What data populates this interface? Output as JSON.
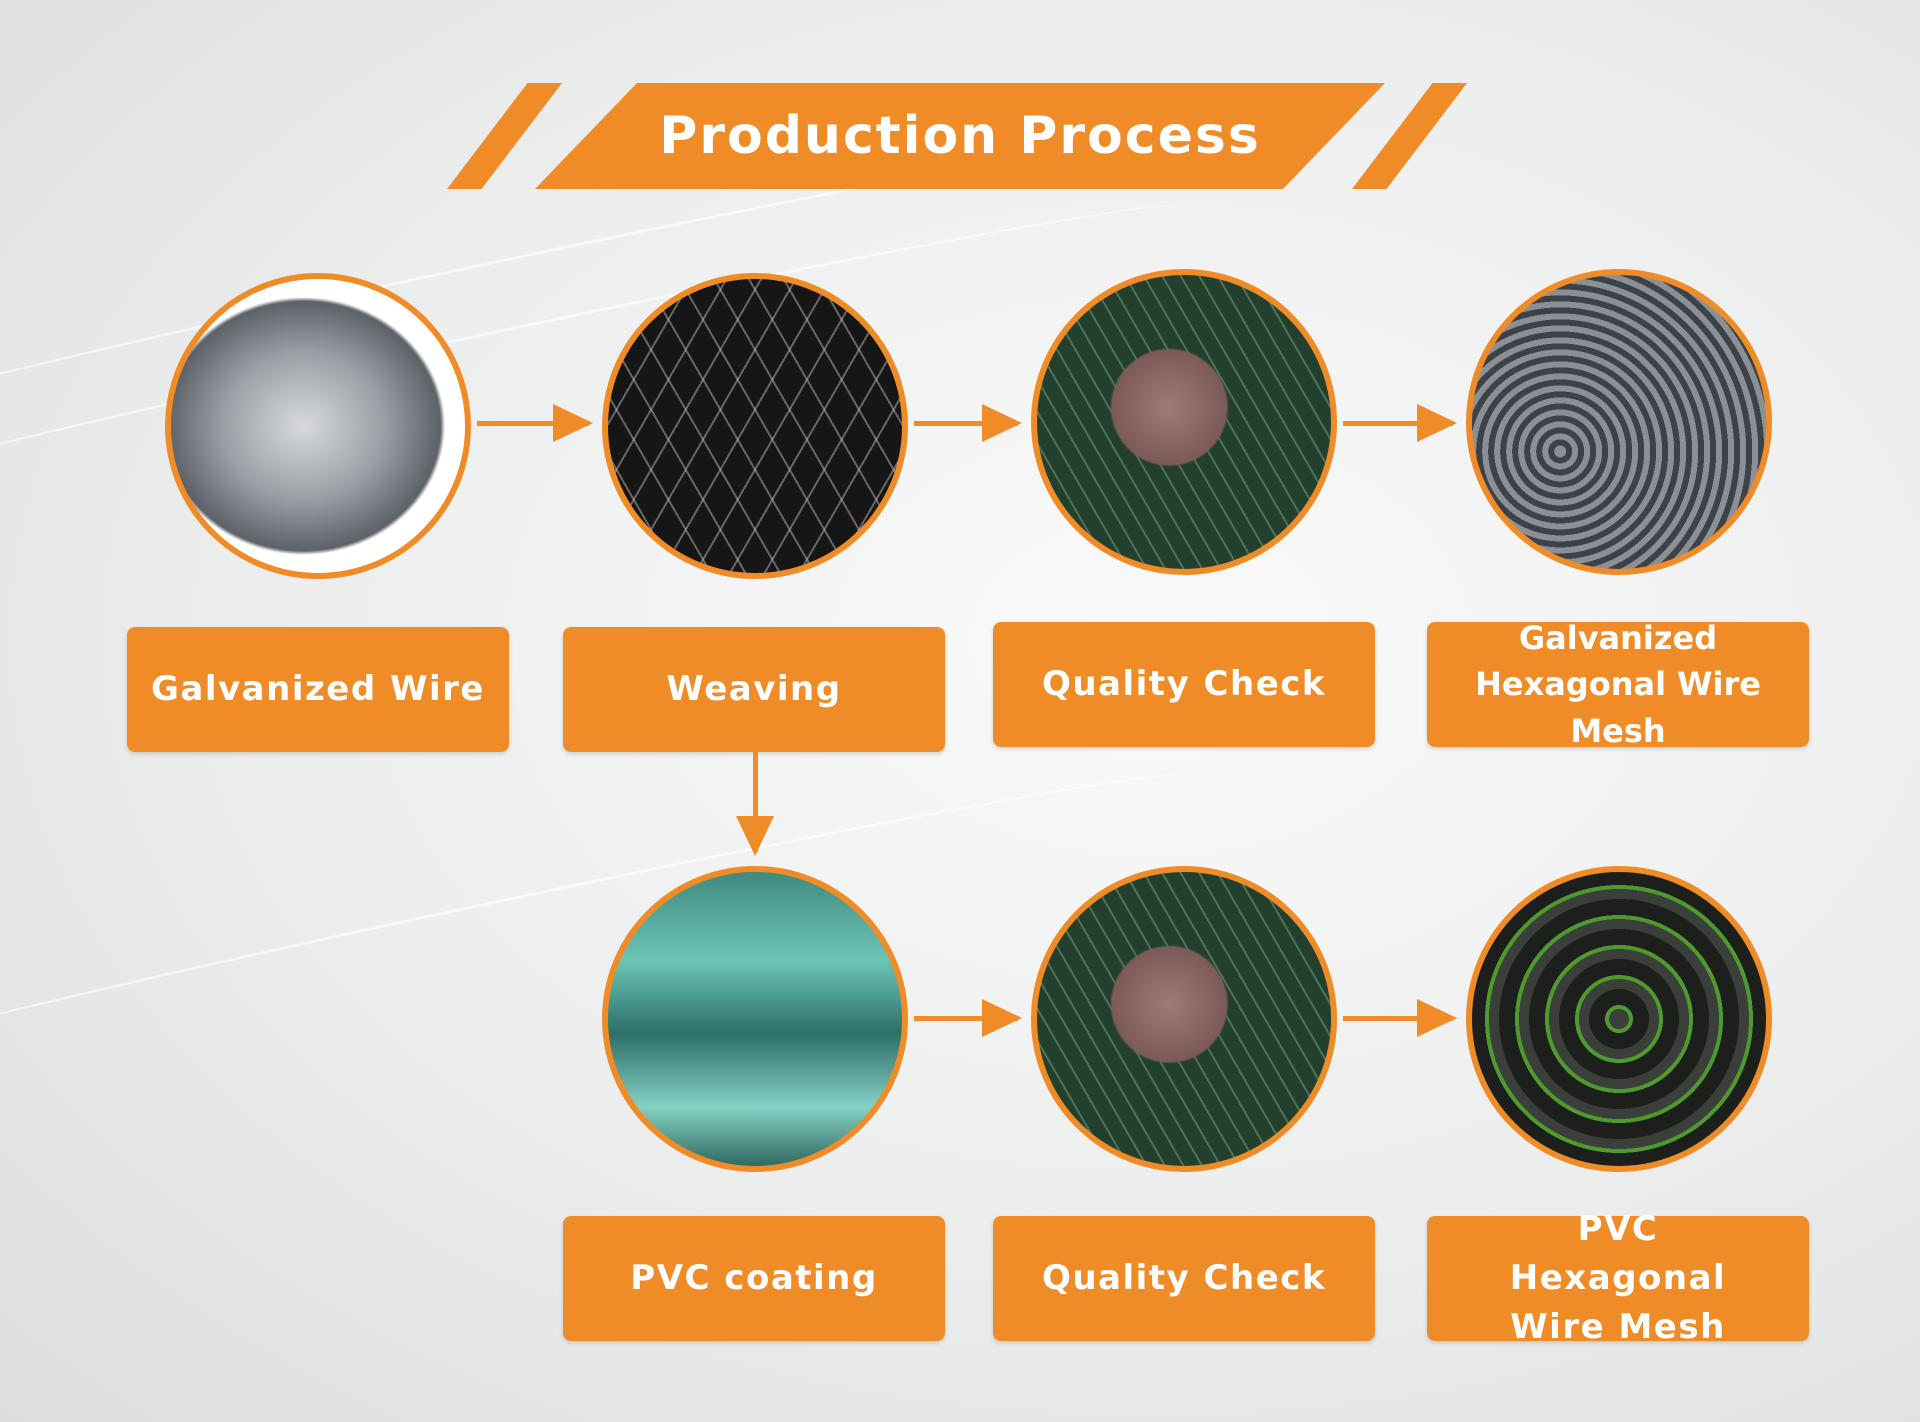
{
  "header": {
    "title": "Production Process"
  },
  "colors": {
    "accent": "#f08c28",
    "text_on_accent": "#ffffff"
  },
  "steps_row1": [
    {
      "label": "Galvanized Wire",
      "image": "galvanized-wire-coil"
    },
    {
      "label": "Weaving",
      "image": "weaving-hexagonal-mesh"
    },
    {
      "label": "Quality Check",
      "image": "micrometer-quality-check"
    },
    {
      "label": "Galvanized Hexagonal Wire Mesh",
      "image": "galvanized-mesh-rolls"
    }
  ],
  "steps_row2": [
    {
      "label": "PVC coating",
      "image": "pvc-coating-machine"
    },
    {
      "label": "Quality Check",
      "image": "micrometer-quality-check"
    },
    {
      "label": "PVC Hexagonal Wire Mesh",
      "image": "pvc-mesh-rolls"
    }
  ]
}
